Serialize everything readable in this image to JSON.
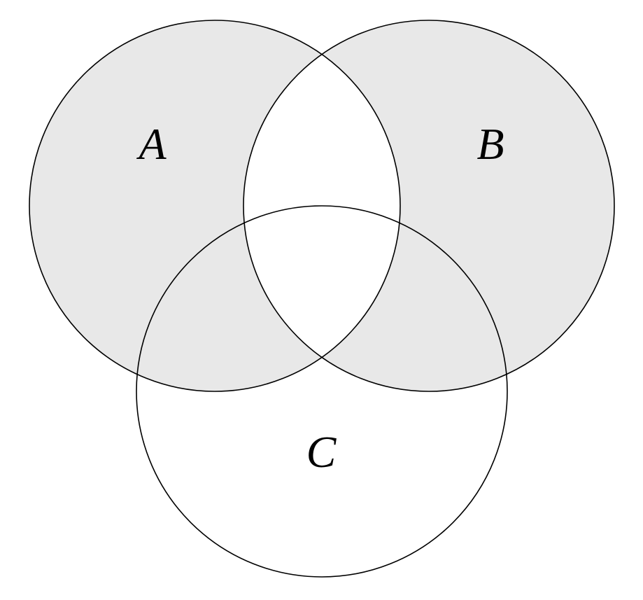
{
  "figure": {
    "type": "venn-diagram",
    "set_count": 3,
    "labels": {
      "A": "A",
      "B": "B",
      "C": "C"
    },
    "sets": [
      {
        "id": "A",
        "label": "A",
        "position": "top-left"
      },
      {
        "id": "B",
        "label": "B",
        "position": "top-right"
      },
      {
        "id": "C",
        "label": "C",
        "position": "bottom-center"
      }
    ],
    "shaded_region": "A symmetric difference B (regions in exactly one of A, B; overlaps with C included; A∩B and C-only unshaded)",
    "colors": {
      "shade": "#e8e8e8",
      "outline": "#000000",
      "label": "#000000",
      "background": "#ffffff"
    }
  }
}
